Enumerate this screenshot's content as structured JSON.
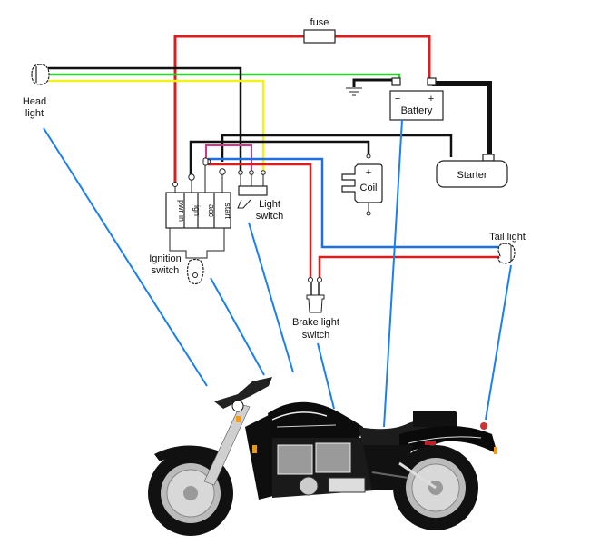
{
  "diagram": {
    "title": "Motorcycle wiring diagram",
    "components": {
      "fuse": {
        "label": "fuse"
      },
      "battery": {
        "label": "Battery",
        "negative_symbol": "−",
        "positive_symbol": "+"
      },
      "starter": {
        "label": "Starter"
      },
      "coil": {
        "label": "Coil",
        "positive_symbol": "+"
      },
      "headlight": {
        "label_line1": "Head",
        "label_line2": "light"
      },
      "taillight": {
        "label": "Tail light"
      },
      "light_switch": {
        "label_line1": "Light",
        "label_line2": "switch"
      },
      "ignition_switch": {
        "label_line1": "Ignition",
        "label_line2": "switch",
        "terminals": [
          "pwr in",
          "ign",
          "acc",
          "start"
        ]
      },
      "brake_light_switch": {
        "label_line1": "Brake light",
        "label_line2": "switch"
      }
    },
    "wire_colors": {
      "power": "#d81e1e",
      "ground": "#111111",
      "headlight_high": "#33cc33",
      "headlight_low": "#f2f21a",
      "tail": "#1f6fe0",
      "switch_loop": "#d6338a",
      "pointer": "#1a7ff0"
    },
    "photo": {
      "subject": "black cruiser motorcycle"
    }
  }
}
